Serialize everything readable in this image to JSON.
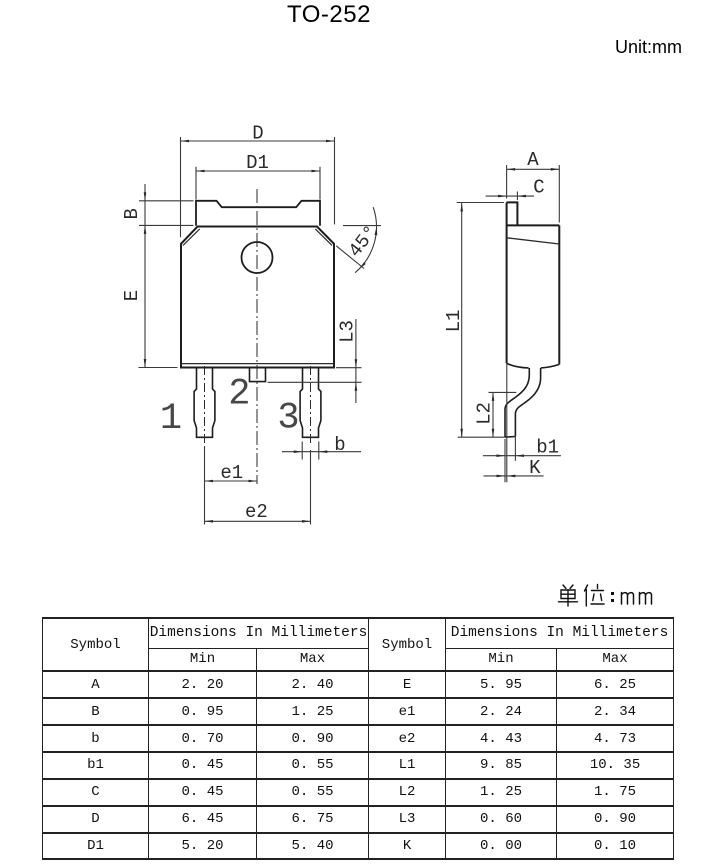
{
  "page": {
    "title": "TO-252",
    "unit_top": "Unit:mm"
  },
  "front_view": {
    "pin_numbers": {
      "pin1": "1",
      "pin2": "2",
      "pin3": "3"
    },
    "dim_labels": {
      "D": "D",
      "D1": "D1",
      "B": "B",
      "E": "E",
      "L3": "L3",
      "b": "b",
      "e1": "e1",
      "e2": "e2",
      "angle": "45°"
    }
  },
  "side_view": {
    "dim_labels": {
      "A": "A",
      "C": "C",
      "L1": "L1",
      "L2": "L2",
      "b1": "b1",
      "K": "K"
    }
  },
  "table": {
    "unit_note_prefix": "单位：",
    "unit_note_value": "mm",
    "headers": {
      "symbol": "Symbol",
      "dimensions": "Dimensions In Millimeters",
      "min": "Min",
      "max": "Max"
    },
    "rows": [
      {
        "sym_l": "A",
        "min_l": "2. 20",
        "max_l": "2. 40",
        "sym_r": "E",
        "min_r": "5. 95",
        "max_r": "6. 25"
      },
      {
        "sym_l": "B",
        "min_l": "0. 95",
        "max_l": "1. 25",
        "sym_r": "e1",
        "min_r": "2. 24",
        "max_r": "2. 34"
      },
      {
        "sym_l": "b",
        "min_l": "0. 70",
        "max_l": "0. 90",
        "sym_r": "e2",
        "min_r": "4. 43",
        "max_r": "4. 73"
      },
      {
        "sym_l": "b1",
        "min_l": "0. 45",
        "max_l": "0. 55",
        "sym_r": "L1",
        "min_r": "9. 85",
        "max_r": "10. 35"
      },
      {
        "sym_l": "C",
        "min_l": "0. 45",
        "max_l": "0. 55",
        "sym_r": "L2",
        "min_r": "1. 25",
        "max_r": "1. 75"
      },
      {
        "sym_l": "D",
        "min_l": "6. 45",
        "max_l": "6. 75",
        "sym_r": "L3",
        "min_r": "0. 60",
        "max_r": "0. 90"
      },
      {
        "sym_l": "D1",
        "min_l": "5. 20",
        "max_l": "5. 40",
        "sym_r": "K",
        "min_r": "0. 00",
        "max_r": "0. 10"
      }
    ]
  }
}
